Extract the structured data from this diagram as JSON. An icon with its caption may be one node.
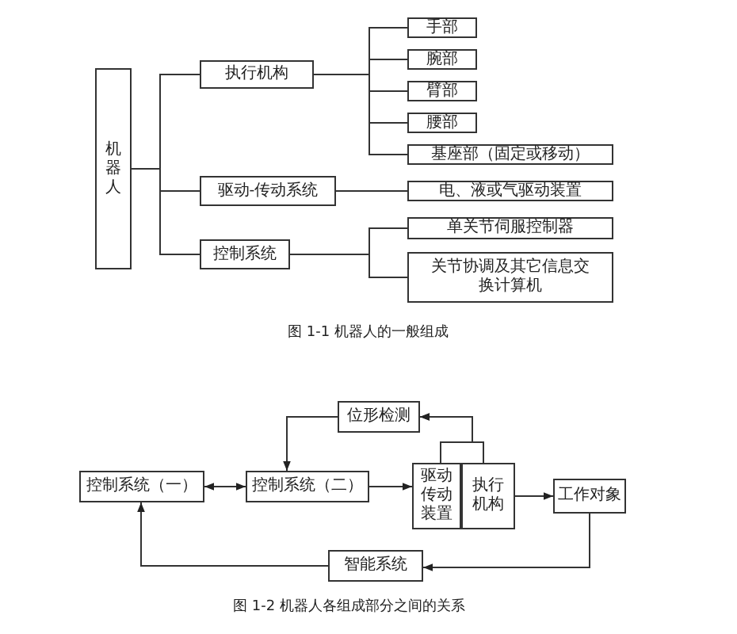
{
  "diagram": {
    "nodes": [
      {
        "text": [
          "机器人"
        ]
      },
      {
        "text": [
          "执行机构"
        ]
      },
      {
        "text": [
          "手部"
        ]
      },
      {
        "text": [
          "腕部"
        ]
      },
      {
        "text": [
          "臂部"
        ]
      },
      {
        "text": [
          "腰部"
        ]
      },
      {
        "text": [
          "基座部（固定或移动）"
        ]
      },
      {
        "text": [
          "驱动-传动系统"
        ]
      },
      {
        "text": [
          "电、液或气驱动装置"
        ]
      },
      {
        "text": [
          "控制系统"
        ]
      },
      {
        "text": [
          "单关节伺服控制器"
        ]
      },
      {
        "text": [
          "关节协调及其它信息交换计算机"
        ]
      },
      {
        "text": [
          "位形检测"
        ]
      },
      {
        "text": [
          "控制系统（一）"
        ]
      },
      {
        "text": [
          "控制系统（二）"
        ]
      },
      {
        "text": [
          "驱动传动装置"
        ]
      },
      {
        "text": [
          "执行机构"
        ]
      },
      {
        "text": [
          "工作对象"
        ]
      },
      {
        "text": [
          "智能系统"
        ]
      }
    ],
    "edges": [
      {
        "from": 0,
        "to": 1,
        "arrow": "none"
      },
      {
        "from": 0,
        "to": 7,
        "arrow": "none"
      },
      {
        "from": 0,
        "to": 9,
        "arrow": "none"
      },
      {
        "from": 1,
        "to": 2,
        "arrow": "none"
      },
      {
        "from": 1,
        "to": 3,
        "arrow": "none"
      },
      {
        "from": 1,
        "to": 4,
        "arrow": "none"
      },
      {
        "from": 1,
        "to": 5,
        "arrow": "none"
      },
      {
        "from": 1,
        "to": 6,
        "arrow": "none"
      },
      {
        "from": 7,
        "to": 8,
        "arrow": "none"
      },
      {
        "from": 9,
        "to": 10,
        "arrow": "none"
      },
      {
        "from": 9,
        "to": 11,
        "arrow": "none"
      },
      {
        "from": 12,
        "to": 14,
        "arrow": "to"
      },
      {
        "from": 13,
        "to": 14,
        "arrow": "both"
      },
      {
        "from": 14,
        "to": 15,
        "arrow": "to"
      },
      {
        "from": 16,
        "to": 17,
        "arrow": "to"
      },
      {
        "from": 17,
        "to": 18,
        "arrow": "to"
      },
      {
        "from": 18,
        "to": 13,
        "arrow": "to"
      },
      {
        "from": 15,
        "to": 12,
        "arrow": "to"
      },
      {
        "from": 16,
        "to": 12,
        "arrow": "to"
      }
    ],
    "labels": [
      "图 1-1  机器人的一般组成",
      "图 1-2  机器人各组成部分之间的关系"
    ]
  }
}
